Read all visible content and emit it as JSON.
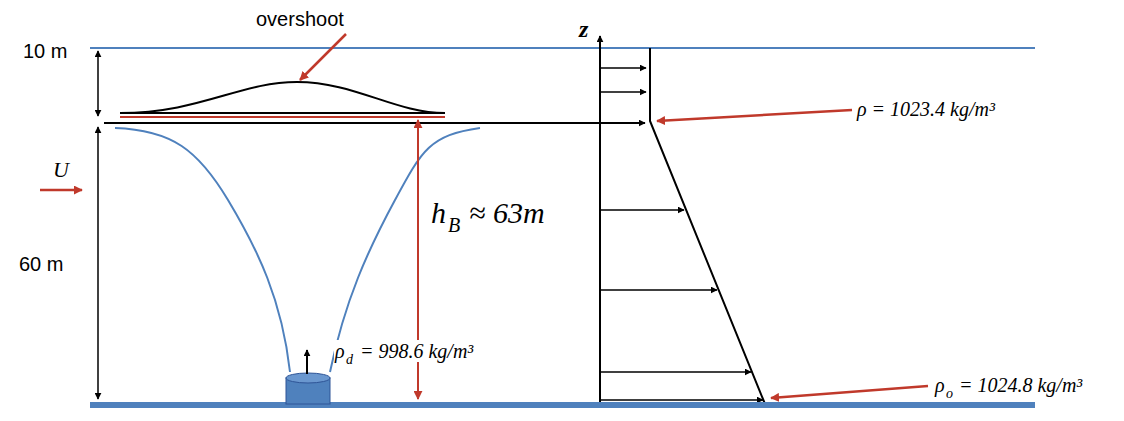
{
  "diagram": {
    "labels": [
      "overshoot",
      "10 m",
      "U",
      "60 m",
      "h",
      "B",
      "≈ 63m",
      "z",
      "ρ = 1023.4 kg/m³",
      "ρ",
      "o",
      "= 1024.8 kg/m³",
      "ρ",
      "d",
      "= 998.6 kg/m³"
    ]
  }
}
